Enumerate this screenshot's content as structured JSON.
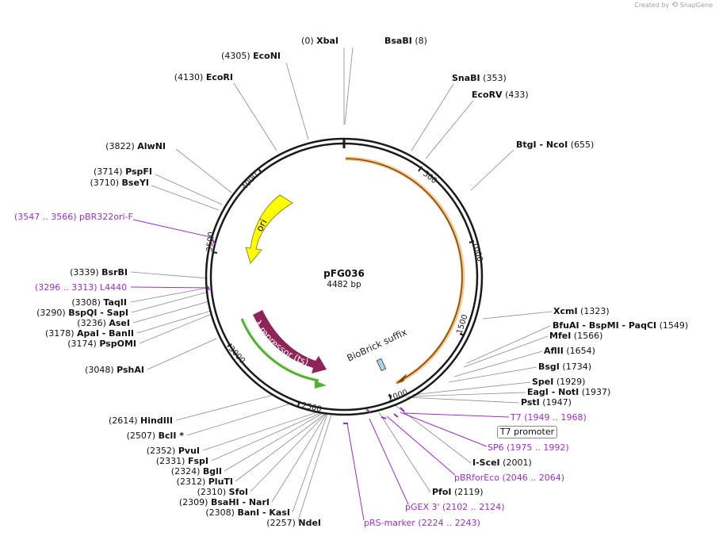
{
  "brand": {
    "created_by": "Created by",
    "logo": "SnapGene"
  },
  "plasmid": {
    "name": "pFG036",
    "size": "4482 bp"
  },
  "ticks": [
    "500",
    "1000",
    "1500",
    "2000",
    "2500",
    "3000",
    "3500",
    "4000"
  ],
  "features": {
    "ori": "ori",
    "lambda": "λ repressor (ts)",
    "biobrick": "BioBrick suffix",
    "t7_promoter": "T7 promoter"
  },
  "enzymes": [
    {
      "pre": "(0)",
      "name": "XbaI"
    },
    {
      "name": "BsaBI",
      "post": "(8)"
    },
    {
      "pre": "(4305)",
      "name": "EcoNI"
    },
    {
      "pre": "(4130)",
      "name": "EcoRI"
    },
    {
      "name": "SnaBI",
      "post": "(353)"
    },
    {
      "name": "EcoRV",
      "post": "(433)"
    },
    {
      "name": "BtgI  - NcoI",
      "post": "(655)"
    },
    {
      "pre": "(3822)",
      "name": "AlwNI"
    },
    {
      "pre": "(3714)",
      "name": "PspFI"
    },
    {
      "pre": "(3710)",
      "name": "BseYI"
    },
    {
      "pre": "(3339)",
      "name": "BsrBI"
    },
    {
      "pre": "(3308)",
      "name": "TaqII"
    },
    {
      "pre": "(3290)",
      "name": "BspQI  - SapI"
    },
    {
      "pre": "(3236)",
      "name": "AseI"
    },
    {
      "pre": "(3178)",
      "name": "ApaI  - BanII"
    },
    {
      "pre": "(3174)",
      "name": "PspOMI"
    },
    {
      "pre": "(3048)",
      "name": "PshAI"
    },
    {
      "name": "XcmI",
      "post": "(1323)"
    },
    {
      "name": "BfuAI  - BspMI  - PaqCI",
      "post": "(1549)"
    },
    {
      "name": "MfeI",
      "post": "(1566)"
    },
    {
      "name": "AflII",
      "post": "(1654)"
    },
    {
      "name": "BsgI",
      "post": "(1734)"
    },
    {
      "name": "SpeI",
      "post": "(1929)"
    },
    {
      "name": "EagI  - NotI",
      "post": "(1937)"
    },
    {
      "name": "PstI",
      "post": "(1947)"
    },
    {
      "pre": "(2614)",
      "name": "HindIII"
    },
    {
      "pre": "(2507)",
      "name": "BclI *"
    },
    {
      "pre": "(2352)",
      "name": "PvuI"
    },
    {
      "pre": "(2331)",
      "name": "FspI"
    },
    {
      "pre": "(2324)",
      "name": "BglI"
    },
    {
      "pre": "(2312)",
      "name": "PluTI"
    },
    {
      "pre": "(2310)",
      "name": "SfoI"
    },
    {
      "pre": "(2309)",
      "name": "BsaHI  - NarI"
    },
    {
      "pre": "(2308)",
      "name": "BanI  - KasI"
    },
    {
      "pre": "(2257)",
      "name": "NdeI"
    },
    {
      "name": "I-SceI",
      "post": "(2001)"
    },
    {
      "name": "PfoI",
      "post": "(2119)"
    }
  ],
  "primers": [
    {
      "text": "(3547 .. 3566)  pBR322ori-F"
    },
    {
      "text": "(3296 .. 3313)  L4440"
    },
    {
      "text": "T7     (1949 .. 1968)"
    },
    {
      "text": "SP6     (1975 .. 1992)"
    },
    {
      "text": "pBRforEco     (2046 .. 2064)"
    },
    {
      "text": "pGEX 3'     (2102 .. 2124)"
    },
    {
      "text": "pRS-marker     (2224 .. 2243)"
    }
  ],
  "colors": {
    "primer": "#9b30c8",
    "ori": "#ffff00",
    "lambda": "#8e2457",
    "lambda_outline": "#54b031",
    "orf": "#e9a43b",
    "backbone": "#1a1a1a"
  }
}
